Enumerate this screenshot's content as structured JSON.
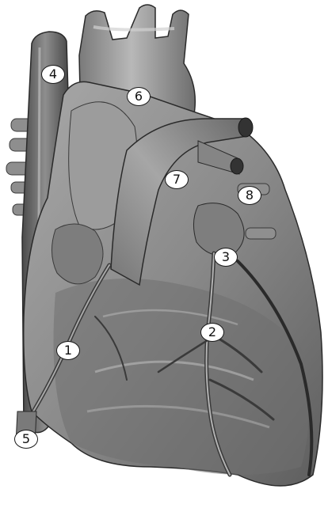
{
  "diagram": {
    "subject": "heart",
    "colors": {
      "muscle": "#8c8c8c",
      "muscle_light": "#b4b4b4",
      "muscle_dark": "#5a5a5a",
      "vessel_dark": "#3a3a3a",
      "outline": "#2a2a2a"
    },
    "markers": [
      {
        "id": "m1",
        "label": "1"
      },
      {
        "id": "m2",
        "label": "2"
      },
      {
        "id": "m3",
        "label": "3"
      },
      {
        "id": "m4",
        "label": "4"
      },
      {
        "id": "m5",
        "label": "5"
      },
      {
        "id": "m6",
        "label": "6"
      },
      {
        "id": "m7",
        "label": "7"
      },
      {
        "id": "m8",
        "label": "8"
      }
    ]
  }
}
